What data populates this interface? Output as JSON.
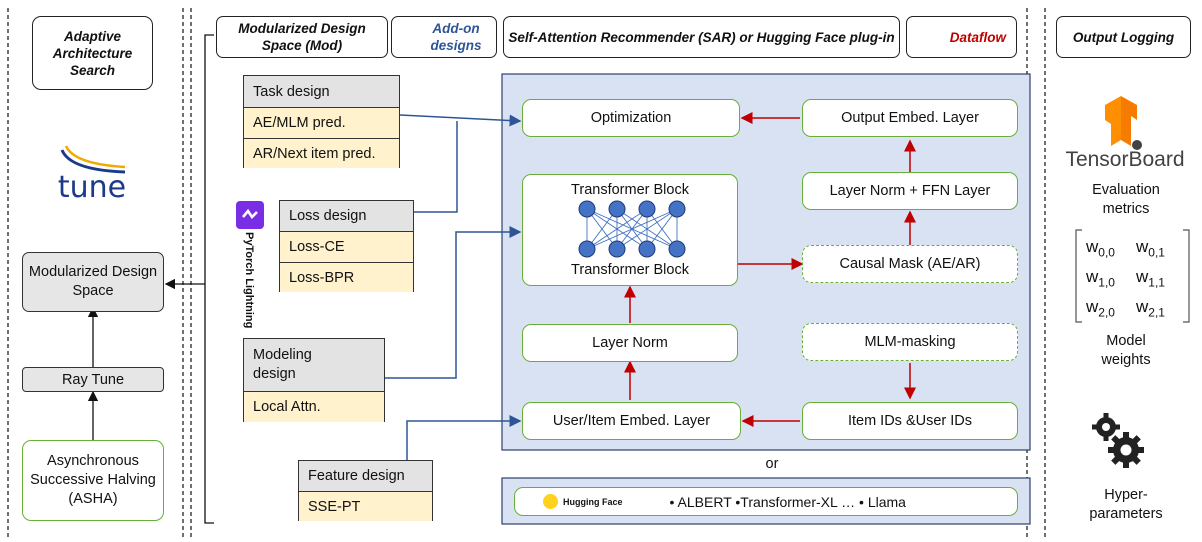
{
  "search": {
    "title": "Adaptive Architecture Search",
    "tune_logo_text": "tune",
    "mod_space": "Modularized Design Space",
    "ray_tune": "Ray Tune",
    "asha": "Asynchronous Successive Halving (ASHA)"
  },
  "headers": {
    "mod": "Modularized Design Space (Mod)",
    "addon": "Add-on designs",
    "sar": "Self-Attention Recommender (SAR) or Hugging Face plug-in",
    "dataflow": "Dataflow",
    "logging": "Output Logging"
  },
  "designs": {
    "task": {
      "title": "Task design",
      "items": [
        "AE/MLM pred.",
        "AR/Next item pred."
      ]
    },
    "loss": {
      "title": "Loss design",
      "items": [
        "Loss-CE",
        "Loss-BPR"
      ]
    },
    "modeling": {
      "title": "Modeling design",
      "items": [
        "Local Attn."
      ]
    },
    "feature": {
      "title": "Feature design",
      "items": [
        "SSE-PT"
      ]
    },
    "lightning_label": "PyTorch Lightning"
  },
  "sar": {
    "optimization": "Optimization",
    "output_embed": "Output Embed. Layer",
    "layer_norm_ffn": "Layer Norm + FFN Layer",
    "transformer_top": "Transformer Block",
    "transformer_bottom": "Transformer Block",
    "causal_mask": "Causal Mask (AE/AR)",
    "layer_norm": "Layer Norm",
    "mlm_masking": "MLM-masking",
    "user_item_embed": "User/Item Embed. Layer",
    "item_user_ids": "Item IDs &User IDs",
    "or": "or",
    "hf_logo": "Hugging Face",
    "hf_models": "• ALBERT •Transformer-XL … • Llama"
  },
  "logging": {
    "tensorboard": "TensorBoard",
    "eval_metrics": "Evaluation metrics",
    "matrix": [
      [
        "w",
        "0,0"
      ],
      [
        "w",
        "0,1"
      ],
      [
        "w",
        "1,0"
      ],
      [
        "w",
        "1,1"
      ],
      [
        "w",
        "2,0"
      ],
      [
        "w",
        "2,1"
      ]
    ],
    "model_weights": "Model weights",
    "hyperparams": "Hyper-parameters"
  },
  "colors": {
    "green": "#6aae3a",
    "blue_arrow": "#2f5597",
    "red_arrow": "#c00000",
    "panel": "#d9e2f3",
    "header_gray": "#e3e3e3",
    "yellow": "#fff2cc",
    "node": "#4472c4",
    "tf_orange": "#f57c00",
    "hf_yellow": "#ffd21e",
    "lightning_purple": "#792ee5"
  }
}
